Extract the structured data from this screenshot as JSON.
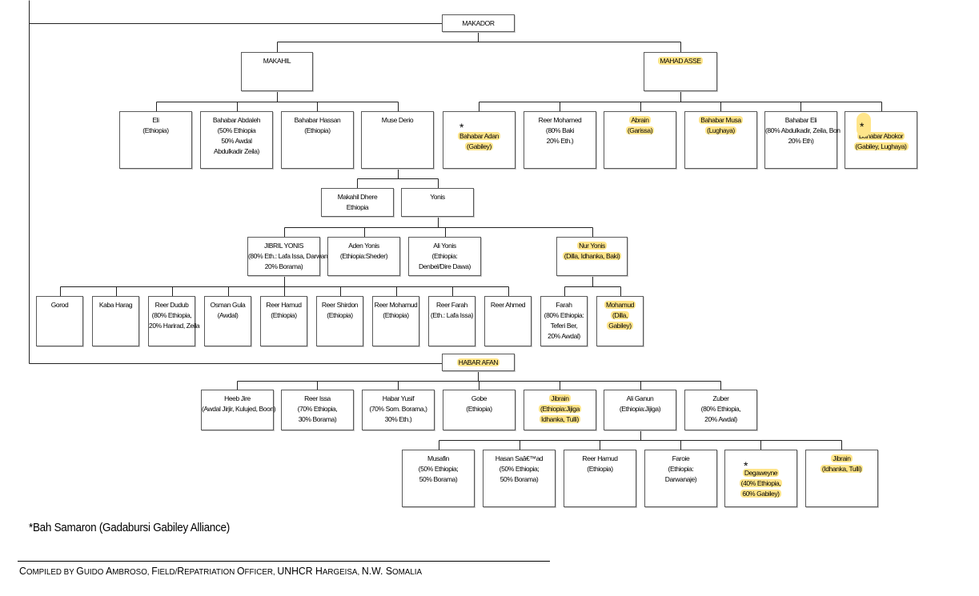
{
  "nodes": {
    "makador": [
      "MAKADOR"
    ],
    "makahil": [
      "MAKAHIL"
    ],
    "mahad_asse": [
      "MAHAD ASSE"
    ],
    "eli": [
      "Eli",
      "(Ethiopia)"
    ],
    "bahabar_abdaleh": [
      "Bahabar Abdaleh",
      "(50% Ethiopia",
      "50% Awdal",
      "Abdulkadir Zeila)"
    ],
    "bahabar_hassan": [
      "Bahabar Hassan",
      "(Ethiopia)"
    ],
    "muse_derio": [
      "Muse Derio"
    ],
    "bahabar_adan": [
      "Bahabar Adan",
      "(Gabiley)"
    ],
    "reer_mohamed_top": [
      "Reer Mohamed",
      "(80% Baki",
      "20% Eth.)"
    ],
    "abrain": [
      "Abrain",
      "(Garissa)"
    ],
    "bahabar_musa": [
      "Bahabar Musa",
      "(Lughaya)"
    ],
    "bahabar_eli": [
      "Bahabar Eli",
      "(80% Abdulkadir, Zeila, Bon",
      "20% Eth)"
    ],
    "bahabar_abokor": [
      "Bahabar Abokor",
      "(Gabiley, Lughaya)"
    ],
    "makahil_dhere": [
      "Makahil Dhere",
      "Ethiopia"
    ],
    "yonis": [
      "Yonis"
    ],
    "jibril_yonis": [
      "JIBRIL YONIS",
      "(80% Eth.: Lafa Issa, Darwan,,",
      "20% Borama)"
    ],
    "aden_yonis": [
      "Aden Yonis",
      "(Ethiopia:Sheder)"
    ],
    "ali_yonis": [
      "Ali Yonis",
      "(Ethiopia:",
      "Denbel/Dire Dawa)"
    ],
    "nur_yonis": [
      "Nur Yonis",
      "(Dilla, Idhanka, Baki)"
    ],
    "gorod": [
      "Gorod"
    ],
    "kaba_harag": [
      "Kaba Harag"
    ],
    "reer_dudub": [
      "Reer Dudub",
      "(80% Ethiopia,",
      "20% Harirad, Zeila"
    ],
    "osman_gula": [
      "Osman Gula",
      "(Awdal)"
    ],
    "reer_hamud_jy": [
      "Reer Hamud",
      "(Ethiopia)"
    ],
    "reer_shirdon": [
      "Reer Shirdon",
      "(Ethiopia)"
    ],
    "reer_mohamud": [
      "Reer Mohamud",
      "(Ethiopia)"
    ],
    "reer_farah": [
      "Reer Farah",
      "(Eth.: Lafa Issa)"
    ],
    "reer_ahmed": [
      "Reer Ahmed"
    ],
    "farah": [
      "Farah",
      "(80% Ethiopia:",
      "Teferi Ber,",
      "20% Awdal)"
    ],
    "mohamud": [
      "Mohamud",
      "(Dilla,",
      "Gabiley)"
    ],
    "habar_afan": [
      "HABAR AFAN"
    ],
    "heeb_jire": [
      "Heeb Jire",
      "(Awdal Jirjir, Kulujed, Boon)"
    ],
    "reer_issa": [
      "Reer Issa",
      "(70% Ethiopia,",
      "30% Borama)"
    ],
    "habar_yusif": [
      "Habar Yusif",
      "(70% Som. Borama,)",
      "30% Eth.)"
    ],
    "gobe": [
      "Gobe",
      "(Ethiopia)"
    ],
    "jibrain_top": [
      "Jibrain",
      "(Ethiopia:Jijiga",
      "Idhanka, Tulli)"
    ],
    "ali_ganun": [
      "Ali Ganun",
      "(Ethiopia:Jijiga)"
    ],
    "zuber": [
      "Zuber",
      "(80% Ethiopia,",
      "20% Awdal)"
    ],
    "musafin": [
      "Musafin",
      "(50% Ethiopia;",
      "50% Borama)"
    ],
    "hasan_saad": [
      "Hasan Saâ€™ad",
      "(50% Ethiopia;",
      "50% Borama)"
    ],
    "reer_hamud_ag": [
      "Reer Hamud",
      "(Ethiopia)"
    ],
    "faroie": [
      "Faroie",
      "(Ethiopia:",
      "Darwanaje)"
    ],
    "degaweyne": [
      "Degaweyne",
      "(40% Ethiopia,",
      "60% Gabiley)"
    ],
    "jibrain_bottom": [
      "Jibrain",
      "(Idhanka, Tulli)"
    ]
  },
  "star_symbol": "*",
  "highlight_color": "#ffe58a",
  "footnote": "*Bah Samaron (Gadabursi Gabiley Alliance)",
  "credit": {
    "first_c": "C",
    "rest1": "OMPILED BY ",
    "g": "G",
    "uido": "UIDO ",
    "a": "A",
    "mbroso": "MBROSO, ",
    "f": "F",
    "ield": "IELD/",
    "r": "R",
    "epatriation": "EPATRIATION ",
    "o": "O",
    "fficer": "FFICER, ",
    "tail1": "UNHCR ",
    "h": "H",
    "argeisa": "ARGEISA, ",
    "nw": "N.W. ",
    "s": "S",
    "omalia": "OMALIA"
  }
}
